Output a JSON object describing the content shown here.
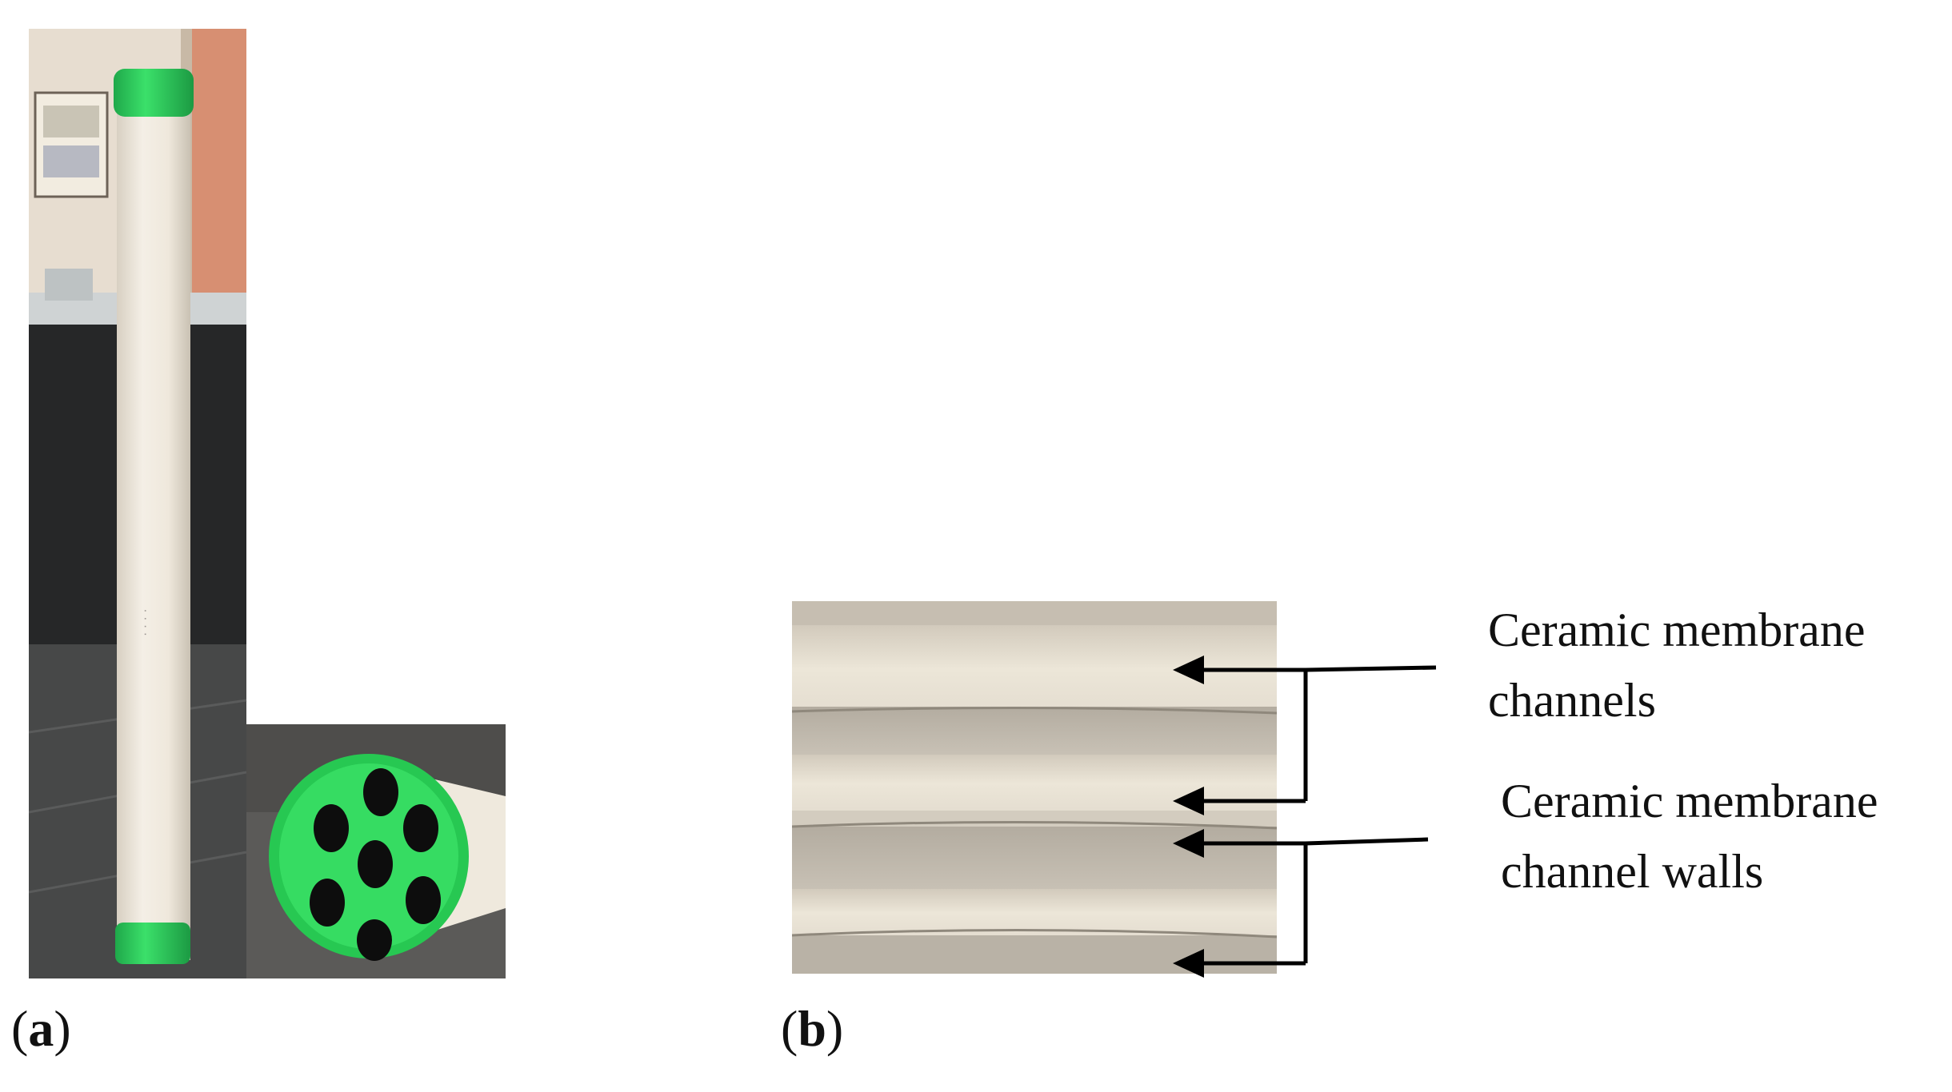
{
  "panel_a": {
    "label_open": "(",
    "label_letter": "a",
    "label_close": ")",
    "photo_description_icon": "ceramic-membrane-tube-photo",
    "inset_icon": "membrane-end-cap-seven-channels-photo"
  },
  "panel_b": {
    "label_open": "(",
    "label_letter": "b",
    "label_close": ")",
    "photo_icon": "membrane-cross-section-photo",
    "callouts": [
      {
        "line1": "Ceramic membrane",
        "line2": "channels"
      },
      {
        "line1": "Ceramic membrane",
        "line2": "channel walls"
      }
    ]
  },
  "colors": {
    "cap_green": "#2fd35a",
    "tube_white": "#ece5d8",
    "arrow": "#000000"
  }
}
